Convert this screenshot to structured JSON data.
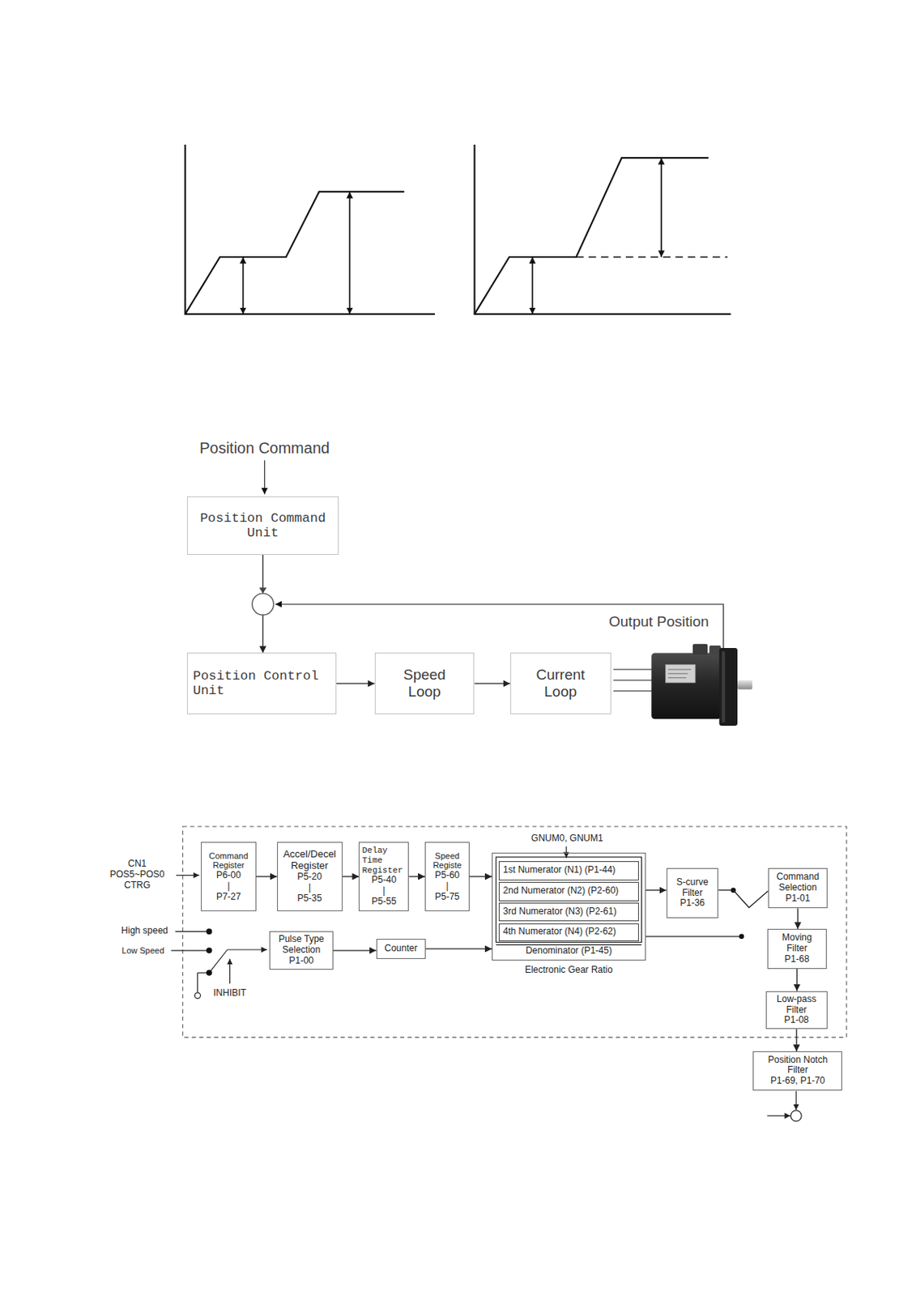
{
  "diagram": {
    "nodes": [
      {
        "text": [
          "Position Command Unit"
        ]
      },
      {
        "text": [
          "Position Control Unit"
        ]
      },
      {
        "text": [
          "Speed Loop"
        ]
      },
      {
        "text": [
          "Current Loop"
        ]
      },
      {
        "text": [
          "Command Register",
          "P6-00",
          "|",
          "P7-27"
        ]
      },
      {
        "text": [
          "Accel/Decel Register",
          "P5-20",
          "|",
          "P5-35"
        ]
      },
      {
        "text": [
          "Delay Time Register",
          "P5-40",
          "|",
          "P5-55"
        ]
      },
      {
        "text": [
          "Speed Registe",
          "P5-60",
          "|",
          "P5-75"
        ]
      },
      {
        "text": [
          "Denominator (P1-45)",
          "Electronic Gear Ratio"
        ]
      },
      {
        "text": [
          "1st Numerator (N1) (P1-44)"
        ],
        "in": 8
      },
      {
        "text": [
          "2nd Numerator (N2) (P2-60)"
        ],
        "in": 8
      },
      {
        "text": [
          "3rd Numerator (N3) (P2-61)"
        ],
        "in": 8
      },
      {
        "text": [
          "4th Numerator (N4) (P2-62)"
        ],
        "in": 8
      },
      {
        "text": [
          "S-curve Filter",
          "P1-36"
        ]
      },
      {
        "text": [
          "Command Selection",
          "P1-01"
        ]
      },
      {
        "text": [
          "Moving Filter",
          "P1-68"
        ]
      },
      {
        "text": [
          "Low-pass Filter",
          "P1-08"
        ]
      },
      {
        "text": [
          "Pulse Type Selection",
          "P1-00"
        ]
      },
      {
        "text": [
          "Counter"
        ]
      },
      {
        "text": [
          "Position Notch Filter",
          "P1-69, P1-70"
        ]
      }
    ],
    "edges": [
      {
        "from": 0,
        "to": 1,
        "arrow": "to"
      },
      {
        "from": 1,
        "to": 2,
        "arrow": "to"
      },
      {
        "from": 2,
        "to": 3,
        "arrow": "to"
      },
      {
        "from": 4,
        "to": 5,
        "arrow": "to"
      },
      {
        "from": 5,
        "to": 6,
        "arrow": "to"
      },
      {
        "from": 6,
        "to": 7,
        "arrow": "to"
      },
      {
        "from": 7,
        "to": 8,
        "arrow": "to"
      },
      {
        "from": 17,
        "to": 18,
        "arrow": "to"
      },
      {
        "from": 18,
        "to": 8,
        "arrow": "to"
      },
      {
        "from": 8,
        "to": 13,
        "arrow": "to"
      },
      {
        "from": 13,
        "to": 14,
        "arrow": "none"
      },
      {
        "from": 14,
        "to": 15,
        "arrow": "to"
      },
      {
        "from": 15,
        "to": 16,
        "arrow": "to"
      },
      {
        "from": 16,
        "to": 19,
        "arrow": "to"
      }
    ],
    "labels": [
      "Position Command",
      "Output Position",
      "CN1",
      "POS5~POS0",
      "CTRG",
      "GNUM0, GNUM1",
      "High speed",
      "Low Speed",
      "INHIBIT"
    ]
  }
}
